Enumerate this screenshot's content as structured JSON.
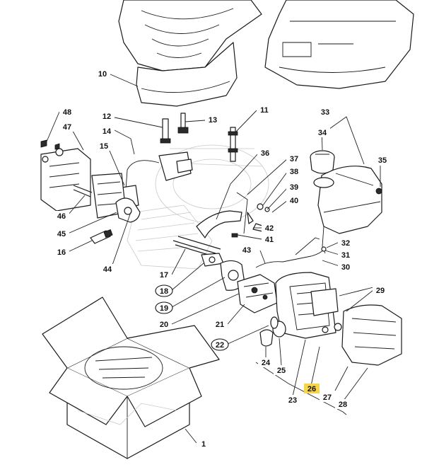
{
  "colors": {
    "highlight": "#f7d54a",
    "line": "#1a1a1a",
    "ghost": "#c9c9c9"
  },
  "callouts": [
    {
      "id": "c1",
      "text": "1",
      "style": "plain"
    },
    {
      "id": "c10",
      "text": "10",
      "style": "plain"
    },
    {
      "id": "c11",
      "text": "11",
      "style": "plain"
    },
    {
      "id": "c12",
      "text": "12",
      "style": "plain"
    },
    {
      "id": "c13",
      "text": "13",
      "style": "plain"
    },
    {
      "id": "c14",
      "text": "14",
      "style": "plain"
    },
    {
      "id": "c15",
      "text": "15",
      "style": "plain"
    },
    {
      "id": "c16",
      "text": "16",
      "style": "plain"
    },
    {
      "id": "c17",
      "text": "17",
      "style": "plain"
    },
    {
      "id": "c18",
      "text": "18",
      "style": "circled"
    },
    {
      "id": "c19",
      "text": "19",
      "style": "circled"
    },
    {
      "id": "c20",
      "text": "20",
      "style": "plain"
    },
    {
      "id": "c21",
      "text": "21",
      "style": "plain"
    },
    {
      "id": "c22",
      "text": "22",
      "style": "circled"
    },
    {
      "id": "c23",
      "text": "23",
      "style": "plain"
    },
    {
      "id": "c24",
      "text": "24",
      "style": "plain"
    },
    {
      "id": "c25",
      "text": "25",
      "style": "plain"
    },
    {
      "id": "c26",
      "text": "26",
      "style": "highlight"
    },
    {
      "id": "c27",
      "text": "27",
      "style": "plain"
    },
    {
      "id": "c28",
      "text": "28",
      "style": "plain"
    },
    {
      "id": "c29",
      "text": "29",
      "style": "plain"
    },
    {
      "id": "c30",
      "text": "30",
      "style": "plain"
    },
    {
      "id": "c31",
      "text": "31",
      "style": "plain"
    },
    {
      "id": "c32",
      "text": "32",
      "style": "plain"
    },
    {
      "id": "c33",
      "text": "33",
      "style": "plain"
    },
    {
      "id": "c34",
      "text": "34",
      "style": "plain"
    },
    {
      "id": "c35",
      "text": "35",
      "style": "plain"
    },
    {
      "id": "c36",
      "text": "36",
      "style": "plain"
    },
    {
      "id": "c37",
      "text": "37",
      "style": "plain"
    },
    {
      "id": "c38",
      "text": "38",
      "style": "plain"
    },
    {
      "id": "c39",
      "text": "39",
      "style": "plain"
    },
    {
      "id": "c40",
      "text": "40",
      "style": "plain"
    },
    {
      "id": "c41",
      "text": "41",
      "style": "plain"
    },
    {
      "id": "c42",
      "text": "42",
      "style": "plain"
    },
    {
      "id": "c43",
      "text": "43",
      "style": "plain"
    },
    {
      "id": "c44",
      "text": "44",
      "style": "plain"
    },
    {
      "id": "c45",
      "text": "45",
      "style": "plain"
    },
    {
      "id": "c46",
      "text": "46",
      "style": "plain"
    },
    {
      "id": "c47",
      "text": "47",
      "style": "plain"
    },
    {
      "id": "c48",
      "text": "48",
      "style": "plain"
    }
  ]
}
